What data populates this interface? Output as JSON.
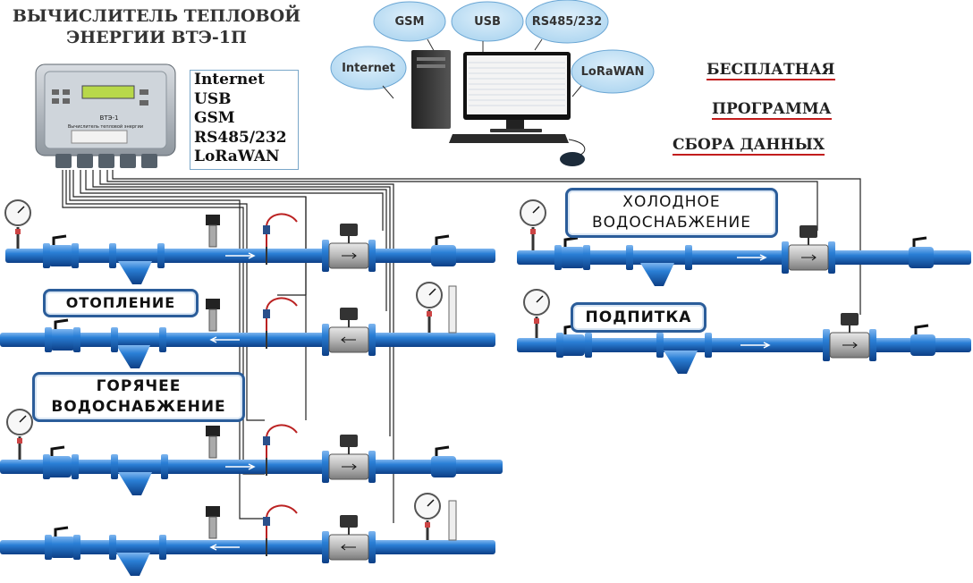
{
  "title": {
    "line1": "ВЫЧИСЛИТЕЛЬ ТЕПЛОВОЙ",
    "line2": "ЭНЕРГИИ ВТЭ-1П"
  },
  "interfaces": [
    "Internet",
    "USB",
    "GSM",
    "RS485/232",
    "LoRaWAN"
  ],
  "clouds": [
    "GSM",
    "USB",
    "RS485/232",
    "Internet",
    "LoRaWAN"
  ],
  "free_software": [
    "БЕСПЛАТНАЯ",
    "ПРОГРАММА",
    "СБОРА ДАННЫХ"
  ],
  "device": {
    "model": "ВТЭ-1",
    "caption": "Вычислитель тепловой энергии"
  },
  "labels": {
    "heating": "ОТОПЛЕНИЕ",
    "hot_water_1": "ГОРЯЧЕЕ",
    "hot_water_2": "ВОДОСНАБЖЕНИЕ",
    "cold_water_1": "ХОЛОДНОЕ",
    "cold_water_2": "ВОДОСНАБЖЕНИЕ",
    "makeup": "ПОДПИТКА"
  },
  "colors": {
    "pipe": "#1f6fc4",
    "pipe_dark": "#0d3f86",
    "cable": "#222222",
    "underline": "#c21d1d"
  }
}
